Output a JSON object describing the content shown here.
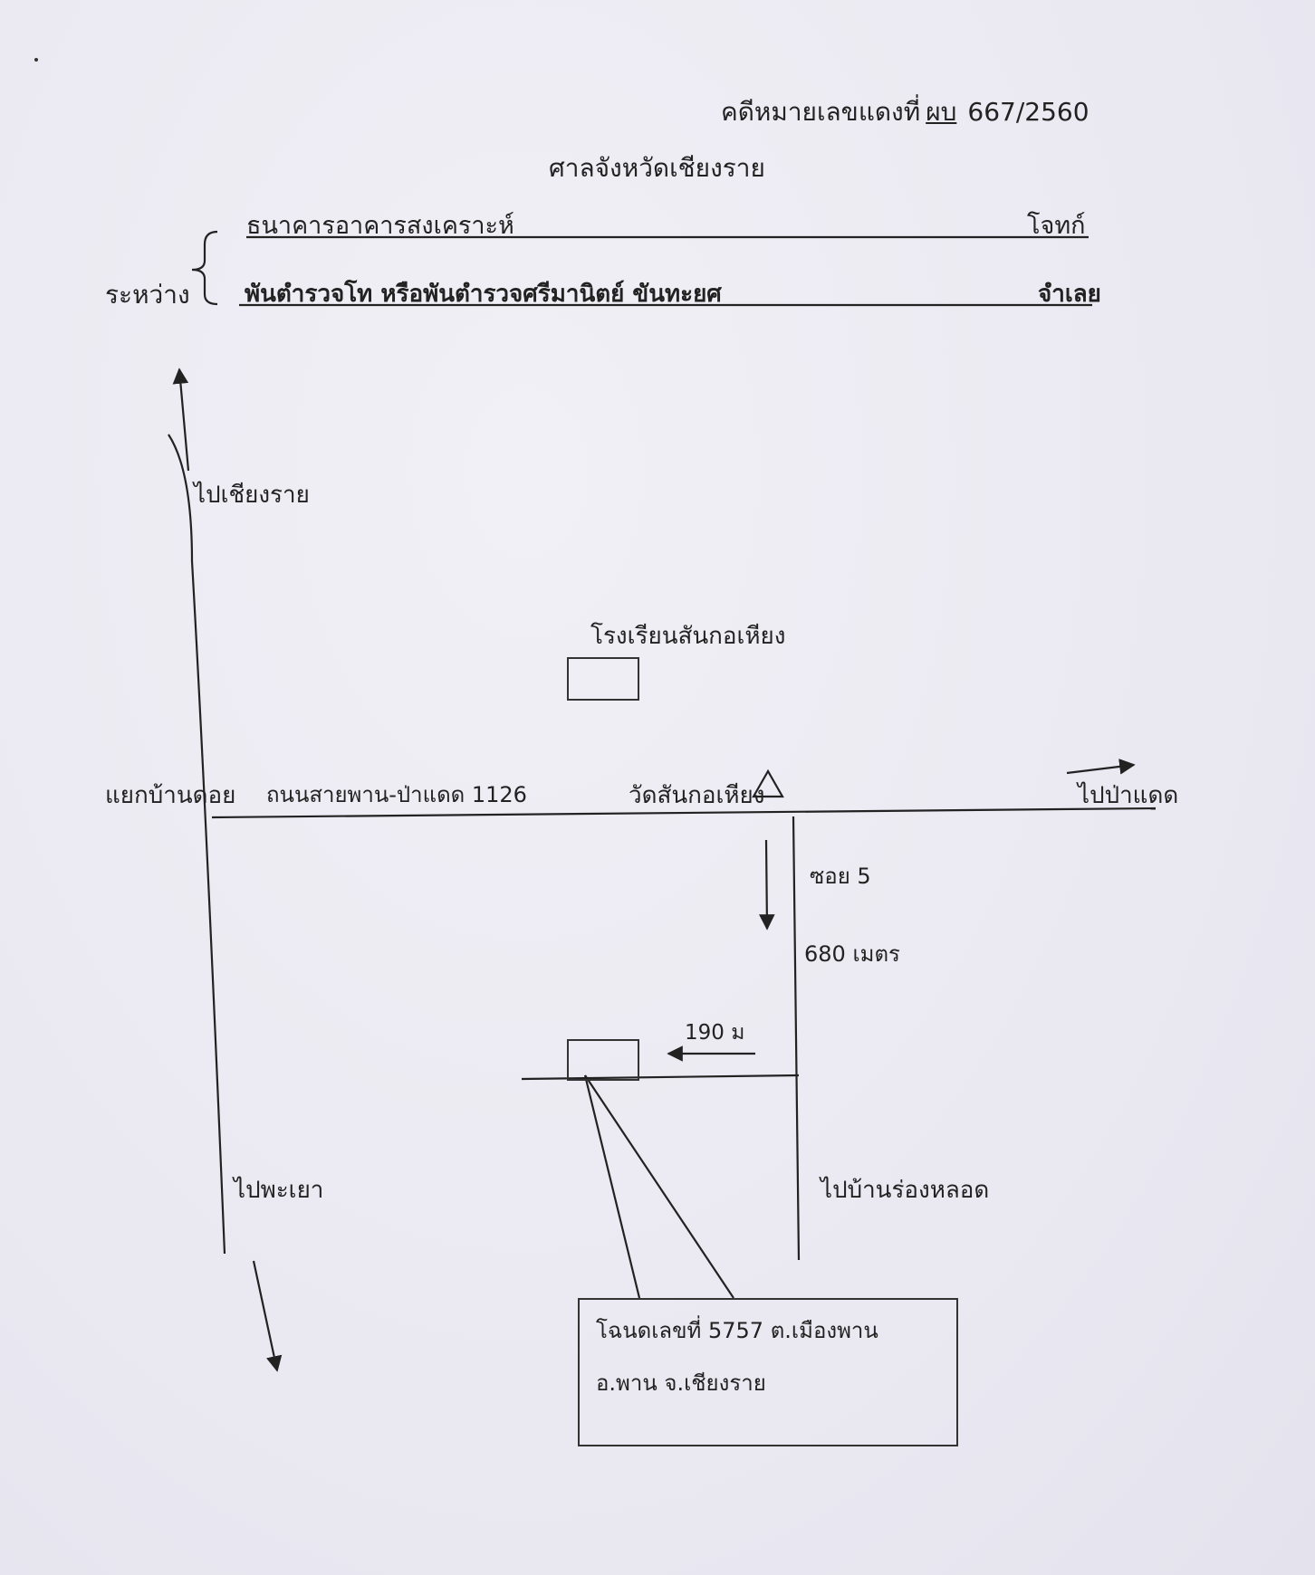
{
  "header": {
    "case_prefix": "คดีหมายเลขแดงที่",
    "case_code": "ผบ",
    "case_number": "667/2560",
    "court": "ศาลจังหวัดเชียงราย",
    "between": "ระหว่าง",
    "plaintiff_name": "ธนาคารอาคารสงเคราะห์",
    "plaintiff_role": "โจทก์",
    "defendant_name": "พันตำรวจโท หรือพันตำรวจศรีมานิตย์ ขันทะยศ",
    "defendant_role": "จำเลย"
  },
  "map": {
    "to_chiang_rai": "ไปเชียงราย",
    "school": "โรงเรียนสันกอเหียง",
    "junction": "แยกบ้านดอย",
    "road": "ถนนสายพาน-ป่าแดด 1126",
    "temple": "วัดสันกอเหียง",
    "to_pa_daet": "ไปป่าแดด",
    "soi": "ซอย  5",
    "distance_soi": "680 เมตร",
    "distance_side": "190 ม",
    "to_phayao": "ไปพะเยา",
    "to_rong_lot": "ไปบ้านร่องหลอด",
    "deed_line1": "โฉนดเลขที่  5757  ต.เมืองพาน",
    "deed_line2": "อ.พาน  จ.เชียงราย"
  }
}
